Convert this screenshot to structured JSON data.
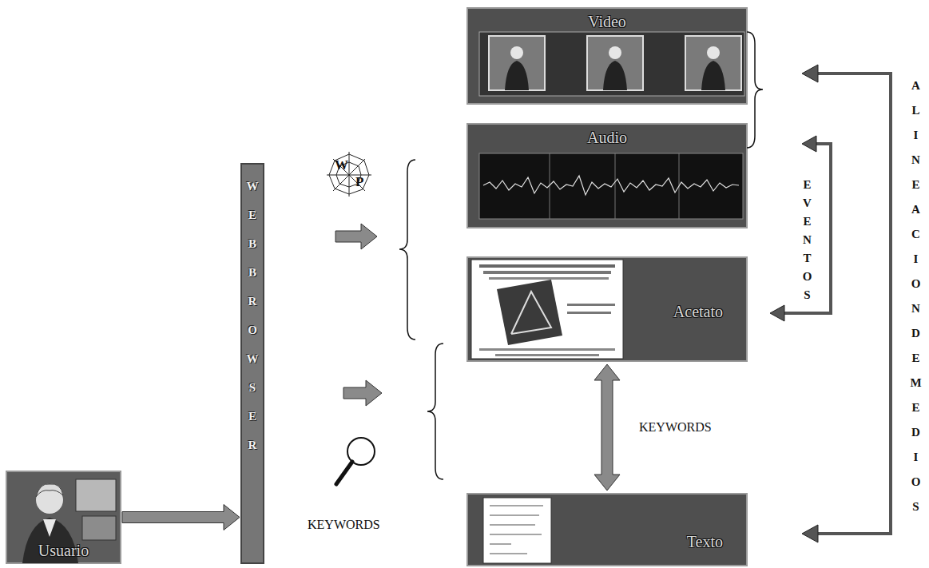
{
  "diagram": {
    "nodes": [
      {
        "text": [
          "Usuario"
        ]
      },
      {
        "text": [
          "WEB BROWSER"
        ]
      },
      {
        "text": [
          "Video"
        ]
      },
      {
        "text": [
          "Audio"
        ]
      },
      {
        "text": [
          "Acetato"
        ]
      },
      {
        "text": [
          "Texto"
        ]
      }
    ],
    "edges": [
      {
        "from": 0,
        "to": 1,
        "arrow": "to"
      },
      {
        "from": 4,
        "to": 5,
        "arrow": "both",
        "label": "KEYWORDS"
      }
    ],
    "labels": [
      "W",
      "P",
      "KEYWORDS",
      "EVENTOS",
      "ALINEACION DE MEDIOS"
    ]
  }
}
